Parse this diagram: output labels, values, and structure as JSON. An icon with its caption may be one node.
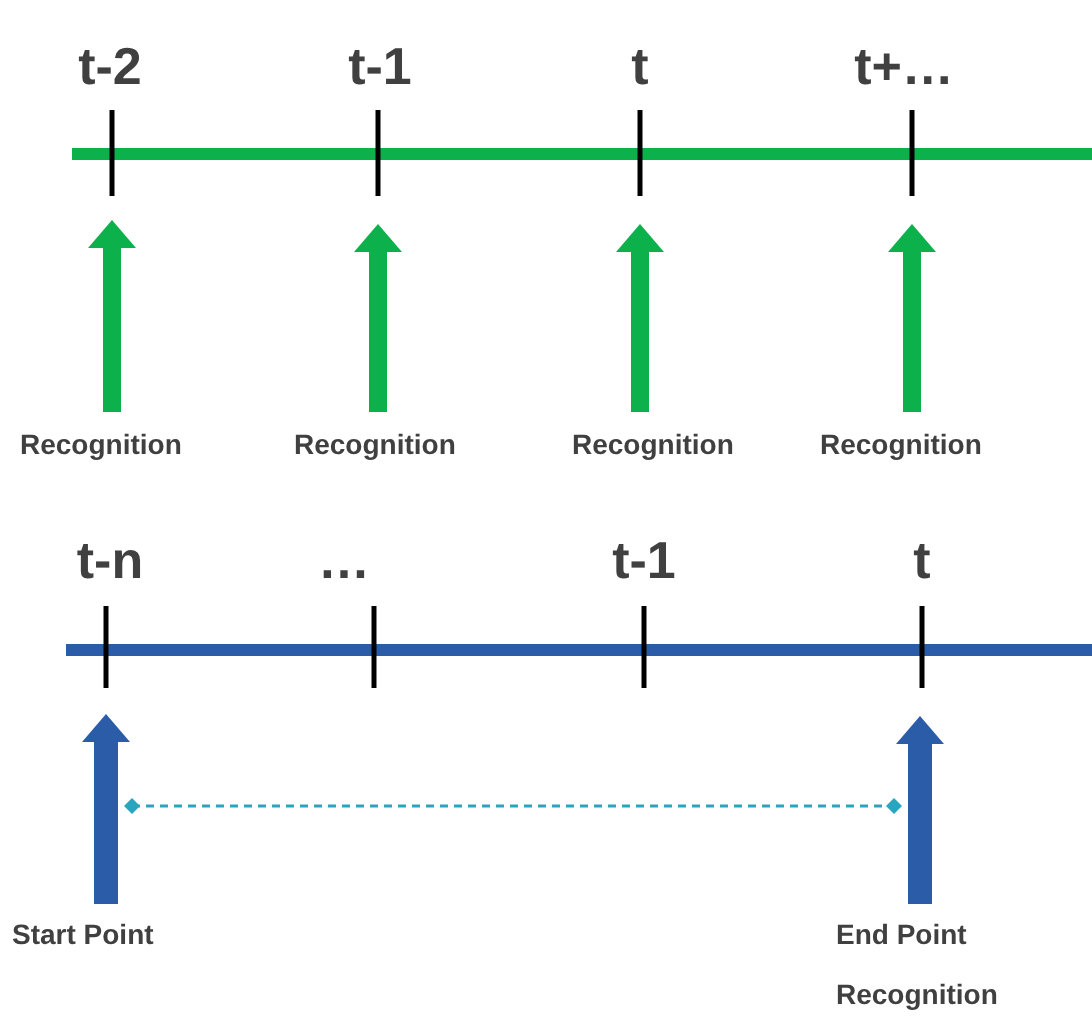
{
  "diagram": {
    "nodes": [
      {
        "text": [
          "Recognition"
        ]
      },
      {
        "text": [
          "Recognition"
        ]
      },
      {
        "text": [
          "Recognition"
        ]
      },
      {
        "text": [
          "Recognition"
        ]
      },
      {
        "text": [
          "Start Point"
        ]
      },
      {
        "text": [
          "End Point Recognition"
        ]
      }
    ],
    "edges": [
      {
        "from": 0,
        "to": null,
        "arrow": "to"
      },
      {
        "from": 1,
        "to": null,
        "arrow": "to"
      },
      {
        "from": 2,
        "to": null,
        "arrow": "to"
      },
      {
        "from": 3,
        "to": null,
        "arrow": "to"
      },
      {
        "from": 4,
        "to": null,
        "arrow": "to",
        "color": "#2a5ca8"
      },
      {
        "from": 5,
        "to": null,
        "arrow": "to",
        "color": "#2a5ca8"
      }
    ],
    "labels": [
      "t-2",
      "t-1",
      "t",
      "t+…",
      "t-n",
      "…",
      "t-1",
      "t"
    ]
  }
}
